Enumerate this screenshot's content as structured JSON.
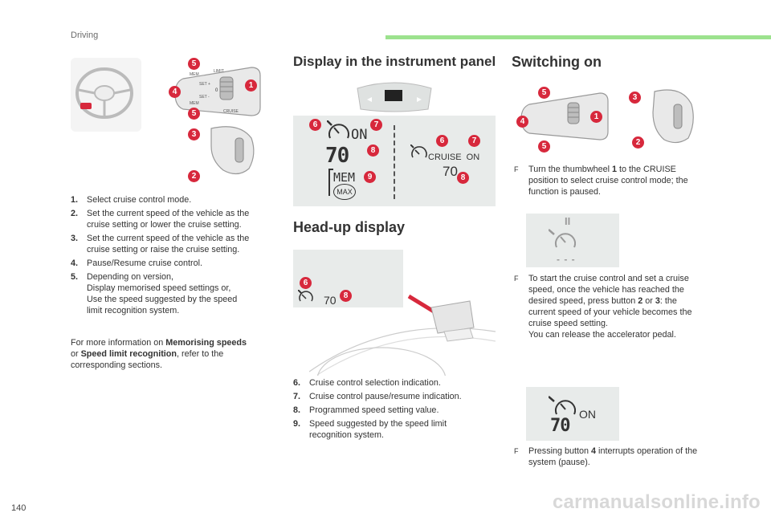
{
  "header": {
    "section_label": "Driving",
    "accent_color": "#9ce28e"
  },
  "page_number": "140",
  "watermark": "carmanualsonline.info",
  "badge_color": "#d7283c",
  "left_column": {
    "steering_labels": {
      "mem": "MEM",
      "limit": "LIMIT",
      "cruise": "CRUISE",
      "set_plus": "SET +",
      "set_minus": "SET -",
      "zero": "0"
    },
    "items": [
      {
        "num": "1.",
        "text": "Select cruise control mode."
      },
      {
        "num": "2.",
        "text": "Set the current speed of the vehicle as the\ncruise setting or lower the cruise setting."
      },
      {
        "num": "3.",
        "text": "Set the current speed of the vehicle as the\ncruise setting or raise the cruise setting."
      },
      {
        "num": "4.",
        "text": "Pause/Resume cruise control."
      },
      {
        "num": "5.",
        "text": "Depending on version,\nDisplay memorised speed settings or,\nUse the speed suggested by the speed\nlimit recognition system."
      }
    ],
    "more_info": {
      "pre": "For more information on ",
      "bold1": "Memorising speeds",
      "mid": "\nor ",
      "bold2": "Speed limit recognition",
      "post": ", refer to the\ncorresponding sections."
    }
  },
  "middle_column": {
    "title_display": "Display in the instrument panel",
    "panel_display": {
      "on": "ON",
      "speed": "70",
      "mem": "MEM",
      "max": "MAX",
      "cruise_on": "CRUISE  ON",
      "speed2": "70"
    },
    "title_hud": "Head-up display",
    "hud": {
      "speed": "70"
    },
    "items": [
      {
        "num": "6.",
        "text": "Cruise control selection indication."
      },
      {
        "num": "7.",
        "text": "Cruise control pause/resume indication."
      },
      {
        "num": "8.",
        "text": "Programmed speed setting value."
      },
      {
        "num": "9.",
        "text": "Speed suggested by the speed limit\nrecognition system."
      }
    ]
  },
  "right_column": {
    "title": "Switching on",
    "step1_pre": "Turn the thumbwheel ",
    "step1_bold": "1",
    "step1_post": " to the CRUISE\nposition to select cruise control mode; the\nfunction is paused.",
    "pause_panel": {
      "pause": "II",
      "dashes": "- - -"
    },
    "step2_pre": "To start the cruise control and set a cruise\nspeed, once the vehicle has reached the\ndesired speed, press button ",
    "step2_b1": "2",
    "step2_mid": " or ",
    "step2_b2": "3",
    "step2_post": ": the\ncurrent speed of your vehicle becomes the\ncruise speed setting.\nYou can release the accelerator pedal.",
    "on_panel": {
      "on": "ON",
      "speed": "70"
    },
    "step3_pre": "Pressing button ",
    "step3_bold": "4",
    "step3_post": " interrupts operation of the\nsystem (pause).",
    "bullet": "F"
  }
}
